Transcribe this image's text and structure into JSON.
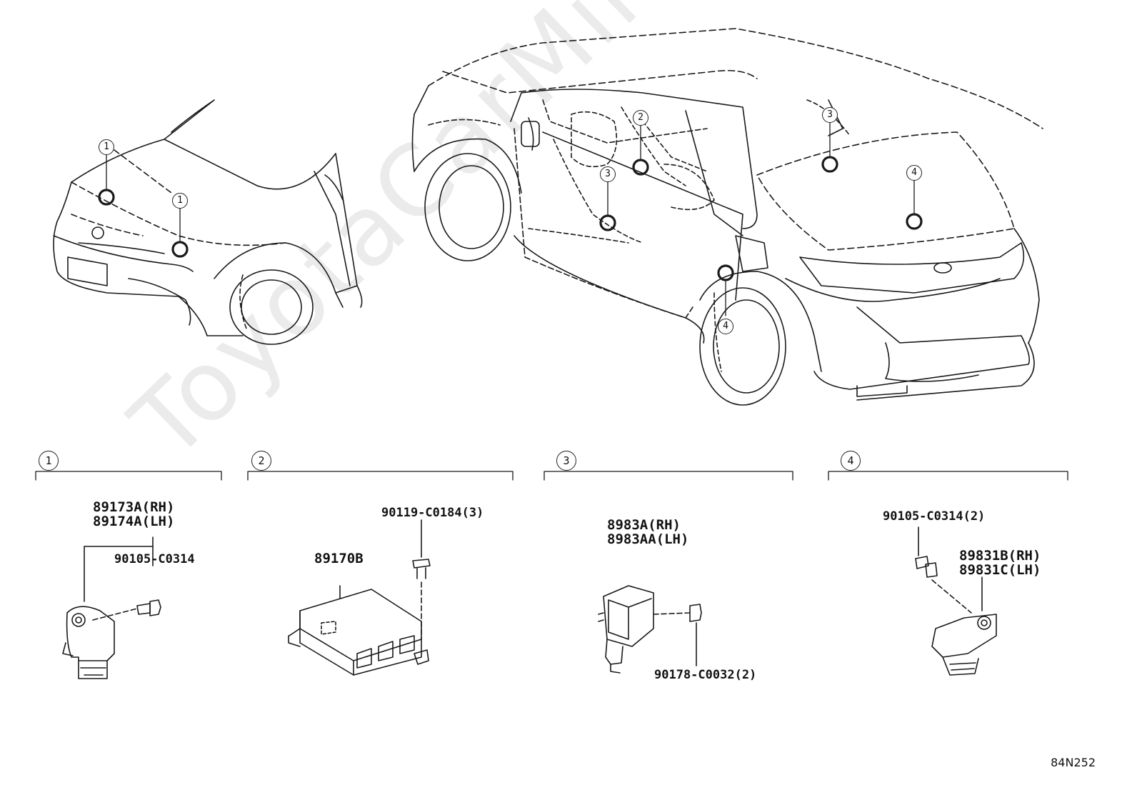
{
  "watermark": "ToyotaCarMiner.ru",
  "figure_id": "84N252",
  "sections": [
    {
      "id": "1",
      "label": "1"
    },
    {
      "id": "2",
      "label": "2"
    },
    {
      "id": "3",
      "label": "3"
    },
    {
      "id": "4",
      "label": "4"
    }
  ],
  "callouts": [
    "1",
    "1",
    "2",
    "3",
    "3",
    "4",
    "4"
  ],
  "parts": {
    "s1_main_rh": "89173A(RH)",
    "s1_main_lh": "89174A(LH)",
    "s1_bolt": "90105-C0314",
    "s2_main": "89170B",
    "s2_bolt": "90119-C0184(3)",
    "s3_main_rh": "8983A(RH)",
    "s3_main_lh": "8983AA(LH)",
    "s3_nut": "90178-C0032(2)",
    "s4_bolt": "90105-C0314(2)",
    "s4_main_rh": "89831B(RH)",
    "s4_main_lh": "89831C(LH)"
  }
}
